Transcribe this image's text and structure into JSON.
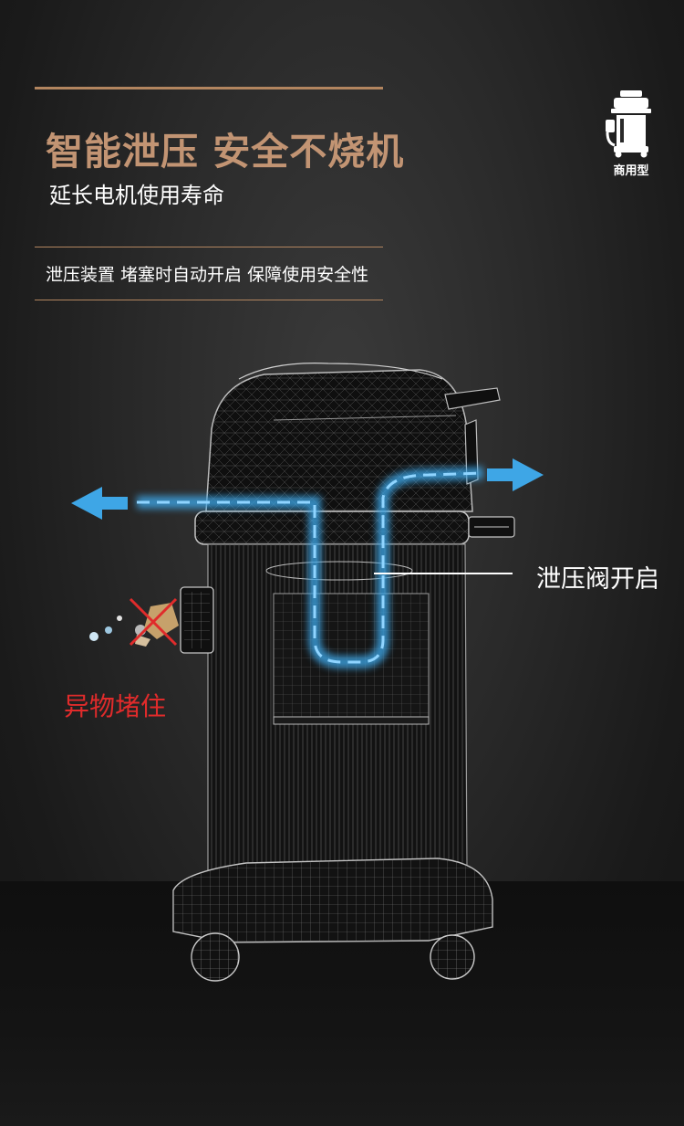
{
  "header": {
    "headline": "智能泄压 安全不烧机",
    "subline": "延长电机使用寿命"
  },
  "feature": {
    "text": "泄压装置 堵塞时自动开启 保障使用安全性"
  },
  "badge": {
    "icon": "vacuum-machine-icon",
    "label": "商用型"
  },
  "diagram": {
    "valve_label": "泄压阀开启",
    "blocked_label": "异物堵住"
  },
  "colors": {
    "accent": "#c29473",
    "rule": "#b2855f",
    "airflow": "#3ea6e6",
    "warning": "#e02b2b",
    "background": "#2a2a2a"
  }
}
